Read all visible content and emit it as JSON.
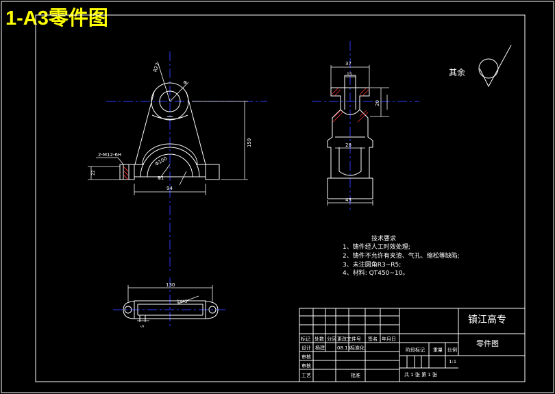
{
  "sheet_title": "1-A3零件图",
  "roughness_note": "其余",
  "front_view": {
    "r27": "R27",
    "phi_small": "Φ",
    "thread": "2-M12-6H",
    "dim_159": "159",
    "phi_big": "Φ100",
    "r_inner": "R1",
    "dim_width": "94",
    "dim_left": "22"
  },
  "side_view": {
    "dim_37": "37",
    "dim_15": "15",
    "dim_20": "20",
    "dim_28": "28",
    "dim_43": "43"
  },
  "top_view": {
    "dim_130": "130",
    "chamfer": "1X45°",
    "dim_small": "5"
  },
  "tech_req": {
    "heading": "技术要求",
    "items": [
      "1、铸件经人工时效处理;",
      "2、铸件不允许有夹渣、气孔、缩松等缺陷;",
      "3、未注圆角R3~R5;",
      "4、材料: QT450~10。"
    ]
  },
  "title_block": {
    "school": "镇江高专",
    "drawing_name": "零件图",
    "scale_header": "比例",
    "scale_value": "1:1",
    "weight_header": "重量",
    "stage_header": "阶段标记",
    "sheet_info": "共 1 张  第 1 张",
    "row_labels": [
      "标记",
      "处数",
      "分区",
      "更改文件号",
      "签名",
      "年月日"
    ],
    "design_label": "设计",
    "design_name": "杨建",
    "design_date": "08.11",
    "standard_label": "标准化",
    "check_label": "审核",
    "review_label": "审核",
    "process_label": "工艺",
    "approve_label": "批准"
  }
}
